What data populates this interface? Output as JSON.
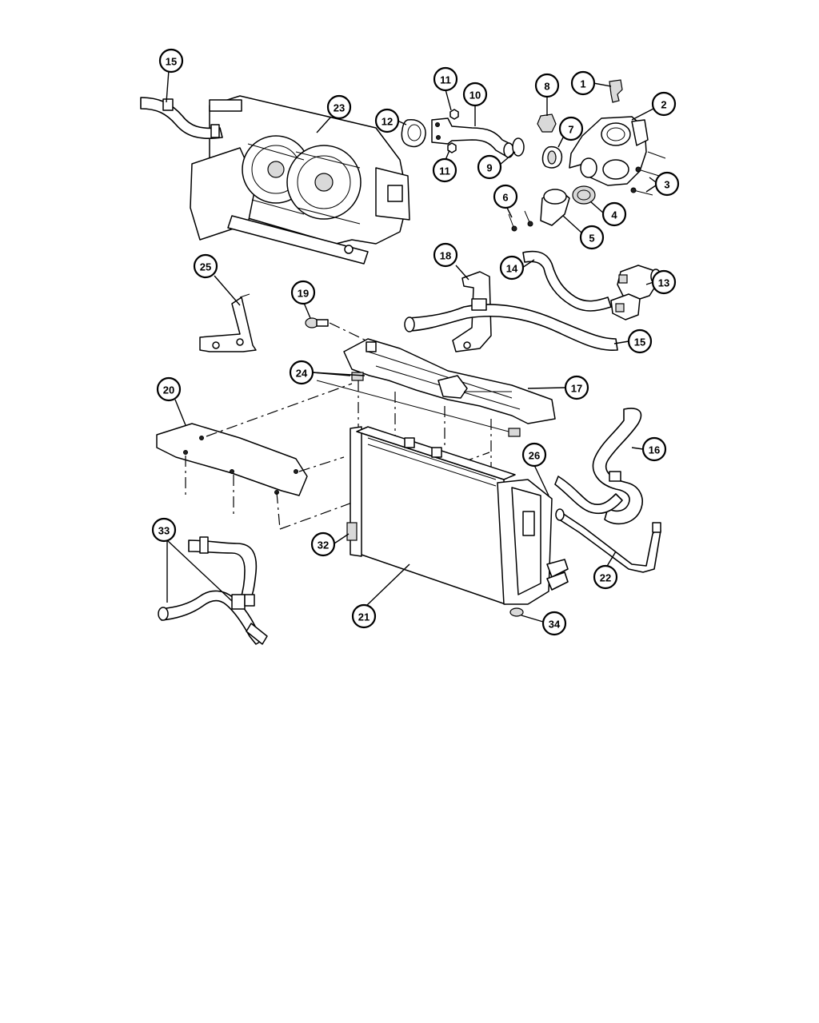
{
  "diagram": {
    "callouts": [
      {
        "id": "c15a",
        "label": "15"
      },
      {
        "id": "c23",
        "label": "23"
      },
      {
        "id": "c11a",
        "label": "11"
      },
      {
        "id": "c12",
        "label": "12"
      },
      {
        "id": "c10",
        "label": "10"
      },
      {
        "id": "c11b",
        "label": "11"
      },
      {
        "id": "c9",
        "label": "9"
      },
      {
        "id": "c8",
        "label": "8"
      },
      {
        "id": "c1",
        "label": "1"
      },
      {
        "id": "c2",
        "label": "2"
      },
      {
        "id": "c7",
        "label": "7"
      },
      {
        "id": "c3",
        "label": "3"
      },
      {
        "id": "c6",
        "label": "6"
      },
      {
        "id": "c4",
        "label": "4"
      },
      {
        "id": "c5",
        "label": "5"
      },
      {
        "id": "c25",
        "label": "25"
      },
      {
        "id": "c18",
        "label": "18"
      },
      {
        "id": "c14",
        "label": "14"
      },
      {
        "id": "c13",
        "label": "13"
      },
      {
        "id": "c19",
        "label": "19"
      },
      {
        "id": "c15b",
        "label": "15"
      },
      {
        "id": "c24",
        "label": "24"
      },
      {
        "id": "c17",
        "label": "17"
      },
      {
        "id": "c20",
        "label": "20"
      },
      {
        "id": "c16",
        "label": "16"
      },
      {
        "id": "c26",
        "label": "26"
      },
      {
        "id": "c33",
        "label": "33"
      },
      {
        "id": "c32",
        "label": "32"
      },
      {
        "id": "c22",
        "label": "22"
      },
      {
        "id": "c21",
        "label": "21"
      },
      {
        "id": "c34",
        "label": "34"
      }
    ]
  }
}
